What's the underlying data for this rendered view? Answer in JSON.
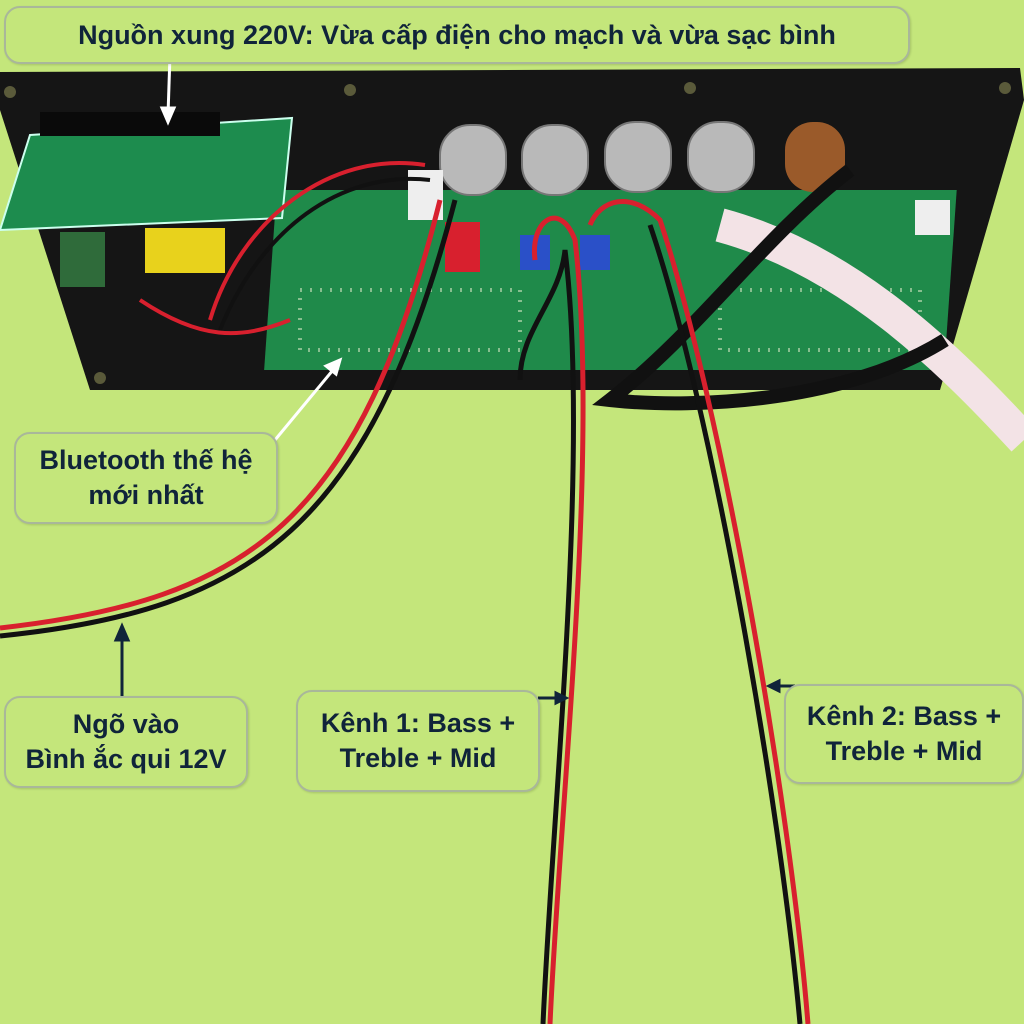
{
  "annotations": {
    "power": "Nguồn xung 220V: Vừa cấp điện cho mạch và vừa sạc bình",
    "bluetooth_line1": "Bluetooth thế hệ",
    "bluetooth_line2": "mới nhất",
    "input_line1": "Ngõ vào",
    "input_line2": "Bình ắc qui 12V",
    "ch1_line1": "Kênh 1: Bass +",
    "ch1_line2": "Treble + Mid",
    "ch2_line1": "Kênh 2: Bass +",
    "ch2_line2": "Treble + Mid"
  },
  "colors": {
    "background": "#c4e67b",
    "text": "#10243a",
    "pcb": "#1f8a4a",
    "panel": "#151515",
    "wire_red": "#d8202e"
  }
}
